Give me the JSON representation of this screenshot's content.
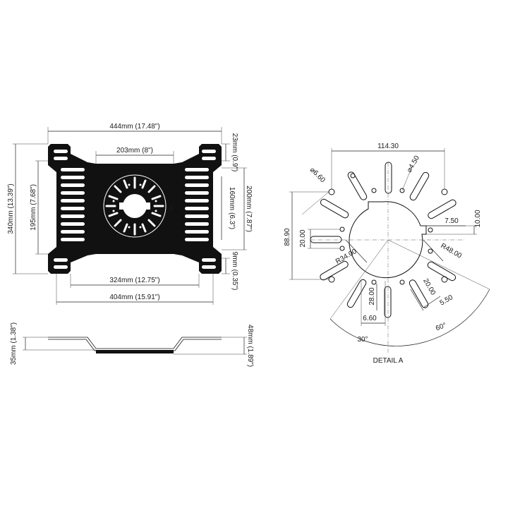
{
  "top_view": {
    "overall_width": "444mm (17.48\")",
    "center_width": "203mm (8\")",
    "bottom_inner_width": "324mm (12.75\")",
    "bottom_outer_width": "404mm (15.91\")",
    "overall_height": "340mm (13.39\")",
    "inner_height": "195mm (7.68\")",
    "right_height_outer": "200mm (7.87\")",
    "right_height_inner": "160mm (6.3\")",
    "top_offset": "23mm (0.9\")",
    "bottom_offset": "9mm (0.35\")",
    "detail_marker": "A"
  },
  "side_view": {
    "left_height": "35mm (1.38\")",
    "right_height": "48mm (1.89\")"
  },
  "detail": {
    "title": "DETAIL A",
    "width": "114.30",
    "height": "88.90",
    "hole_dia_large": "⌀6.60",
    "hole_dia_small": "⌀4.50",
    "slot_offset": "7.50",
    "slot_width_right": "10.00",
    "slot_width_left": "20.00",
    "inner_radius": "R34.00",
    "outer_radius": "R48.00",
    "slot_length": "28.00",
    "slot_width": "6.60",
    "slot_length_diag": "20.00",
    "slot_width_diag": "5.50",
    "angle_left": "30°",
    "angle_right": "60°"
  },
  "colors": {
    "plate": "#111111",
    "line": "#222222",
    "background": "#ffffff"
  }
}
